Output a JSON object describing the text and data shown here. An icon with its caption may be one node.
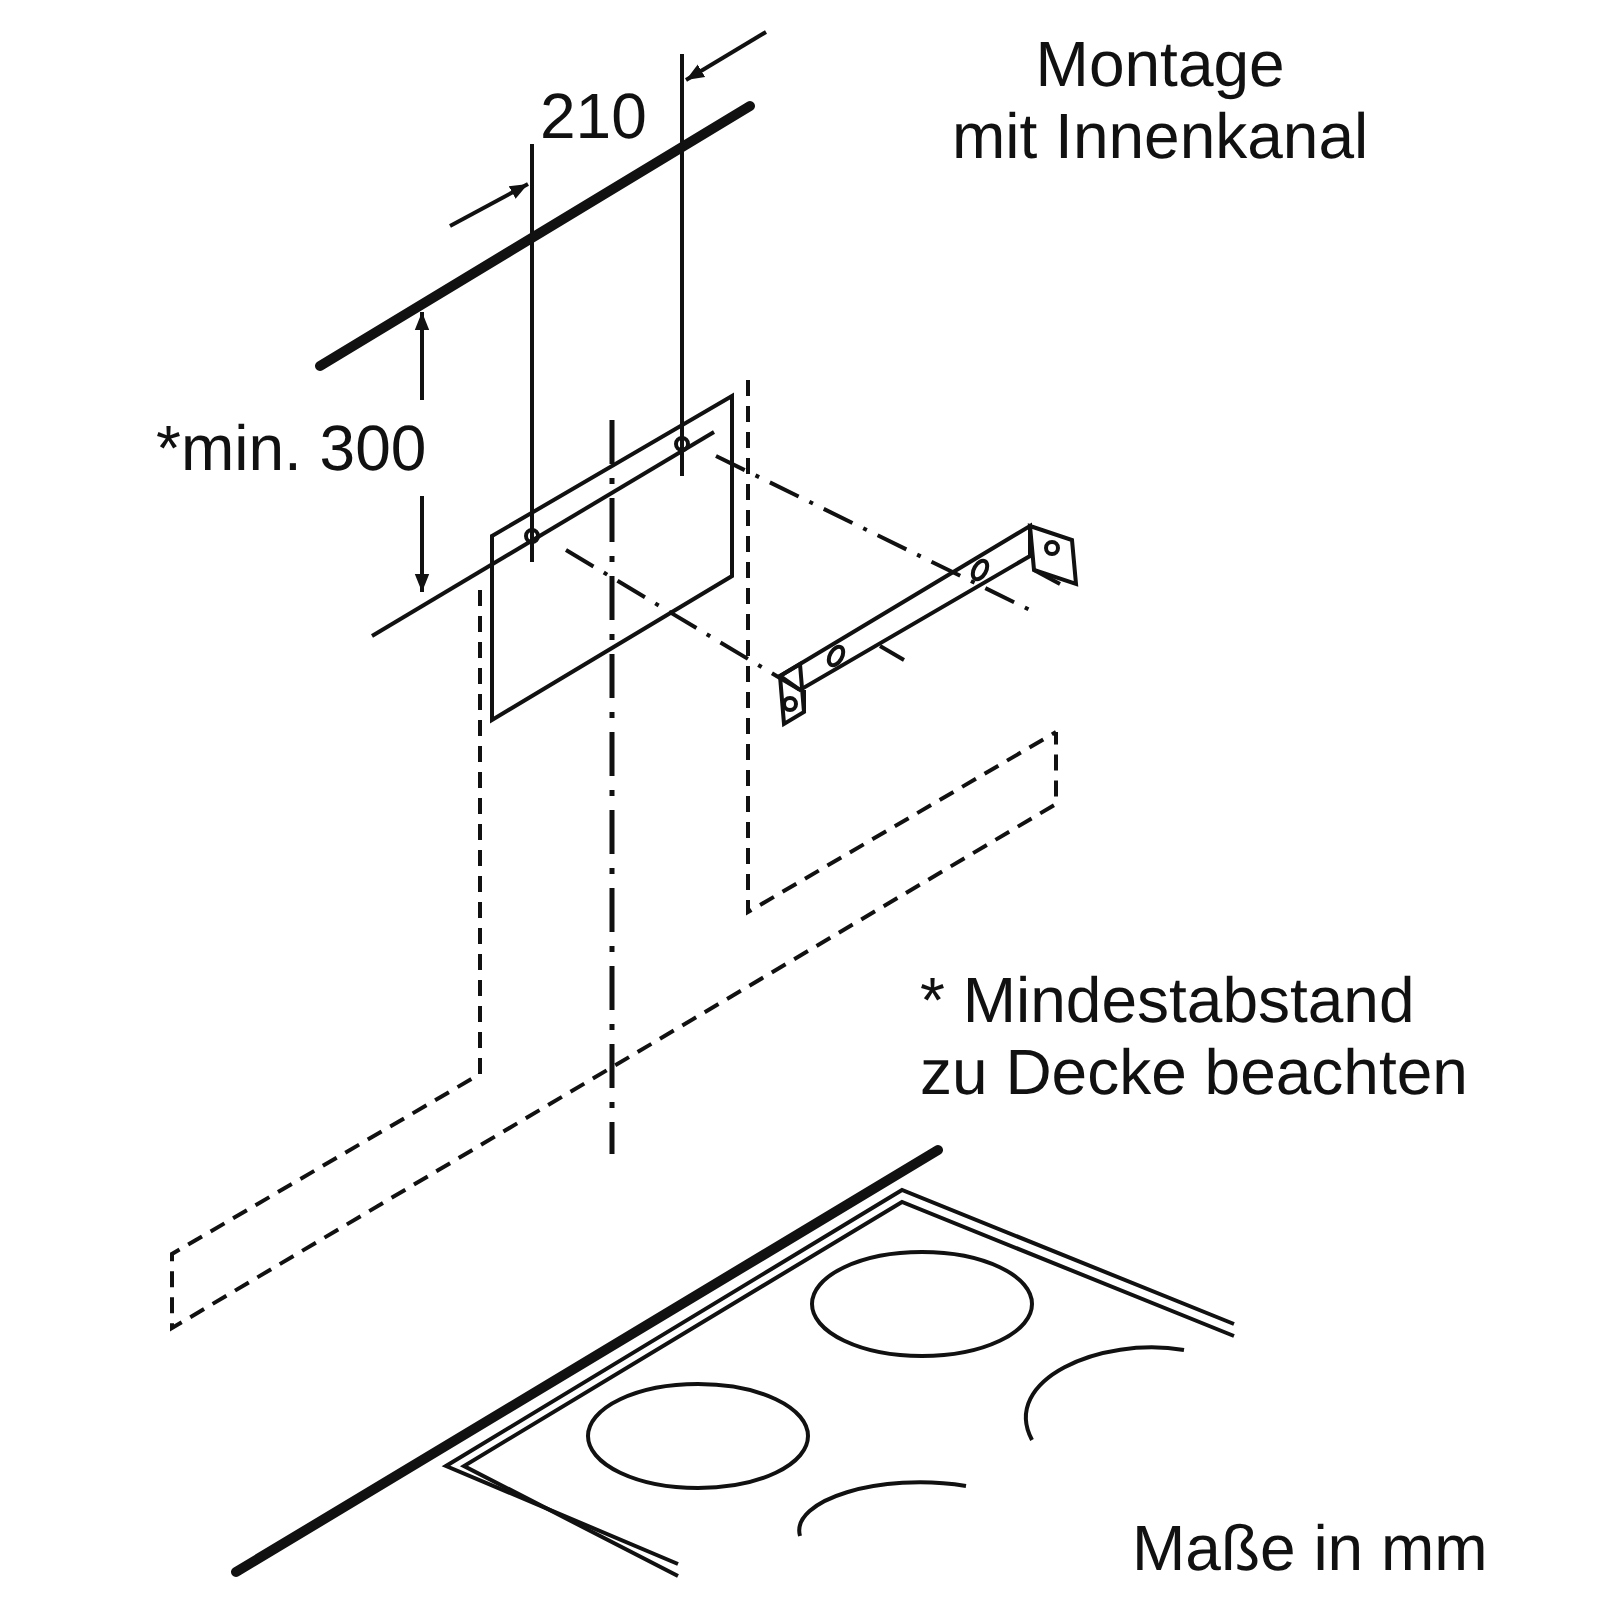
{
  "diagram": {
    "title": "Montage mit Innenkanal",
    "labels": [
      "210",
      "*min. 300",
      "* Mindestabstand zu Decke beachten",
      "Maße in mm"
    ]
  }
}
